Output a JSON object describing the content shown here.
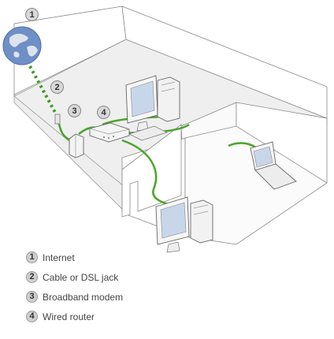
{
  "callouts": [
    {
      "number": "1",
      "target": "Internet"
    },
    {
      "number": "2",
      "target": "Cable or DSL jack"
    },
    {
      "number": "3",
      "target": "Broadband modem"
    },
    {
      "number": "4",
      "target": "Wired router"
    }
  ],
  "legend": [
    {
      "number": "1",
      "label": "Internet"
    },
    {
      "number": "2",
      "label": "Cable or DSL jack"
    },
    {
      "number": "3",
      "label": "Broadband modem"
    },
    {
      "number": "4",
      "label": "Wired router"
    }
  ],
  "colors": {
    "cable": "#4aa52a",
    "walls": "#ffffff",
    "outline": "#8a8a8a",
    "floor": "#eeeeee",
    "globe_ocean": "#6f8fc7",
    "globe_land": "#dde4ee",
    "badge_fill": "#cfcfcf"
  }
}
